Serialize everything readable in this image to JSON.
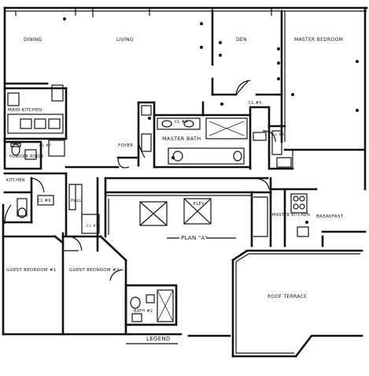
{
  "plan": {
    "rooms": {
      "dining": "DINING",
      "living": "LIVING",
      "den": "DEN",
      "master_bedroom": "MASTER BEDROOM",
      "main_kitchen": "MAIN KITCHEN",
      "powder_room": "POWDER ROOM",
      "master_bath": "MASTER BATH",
      "foyer": "FOYER",
      "kitchen2": "KITCHEN",
      "hall": "HALL",
      "guest_bedroom_1": "GUEST BEDROOM #1",
      "guest_bedroom_2": "GUEST BEDROOM #2",
      "master_kitchen": "MASTER KITCHEN",
      "breakfast": "BREAKFAST",
      "bath_2": "BATH #2",
      "roof_terrace": "ROOF TERRACE",
      "elev": "ELEV"
    },
    "closets": {
      "cl_main": "CL #8",
      "cl_den": "CL #5",
      "cl_hall": "CL #9",
      "cl_mid": "CL #7",
      "cl_right": "CL #6",
      "cl_guest": "CL #3"
    },
    "plan_label": "PLAN \"A\"",
    "legend": "LEGEND"
  }
}
